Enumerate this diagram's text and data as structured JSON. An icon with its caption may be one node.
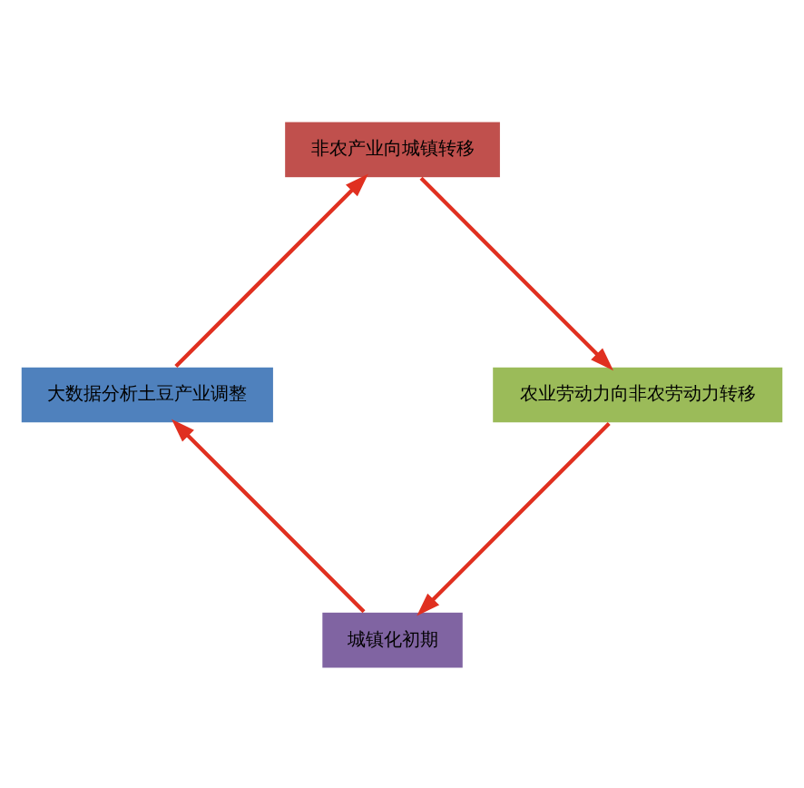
{
  "diagram": {
    "nodes": [
      {
        "text": [
          "城镇化初期"
        ]
      },
      {
        "text": [
          "大数据分析土豆产业调整"
        ]
      },
      {
        "text": [
          "非农产业向城镇转移"
        ]
      },
      {
        "text": [
          "农业劳动力向非农劳动力转移"
        ]
      }
    ],
    "edges": [
      {
        "from": 0,
        "to": 1,
        "arrow": "to"
      },
      {
        "from": 1,
        "to": 2,
        "arrow": "to"
      },
      {
        "from": 2,
        "to": 3,
        "arrow": "to"
      },
      {
        "from": 3,
        "to": 0,
        "arrow": "to"
      }
    ]
  }
}
